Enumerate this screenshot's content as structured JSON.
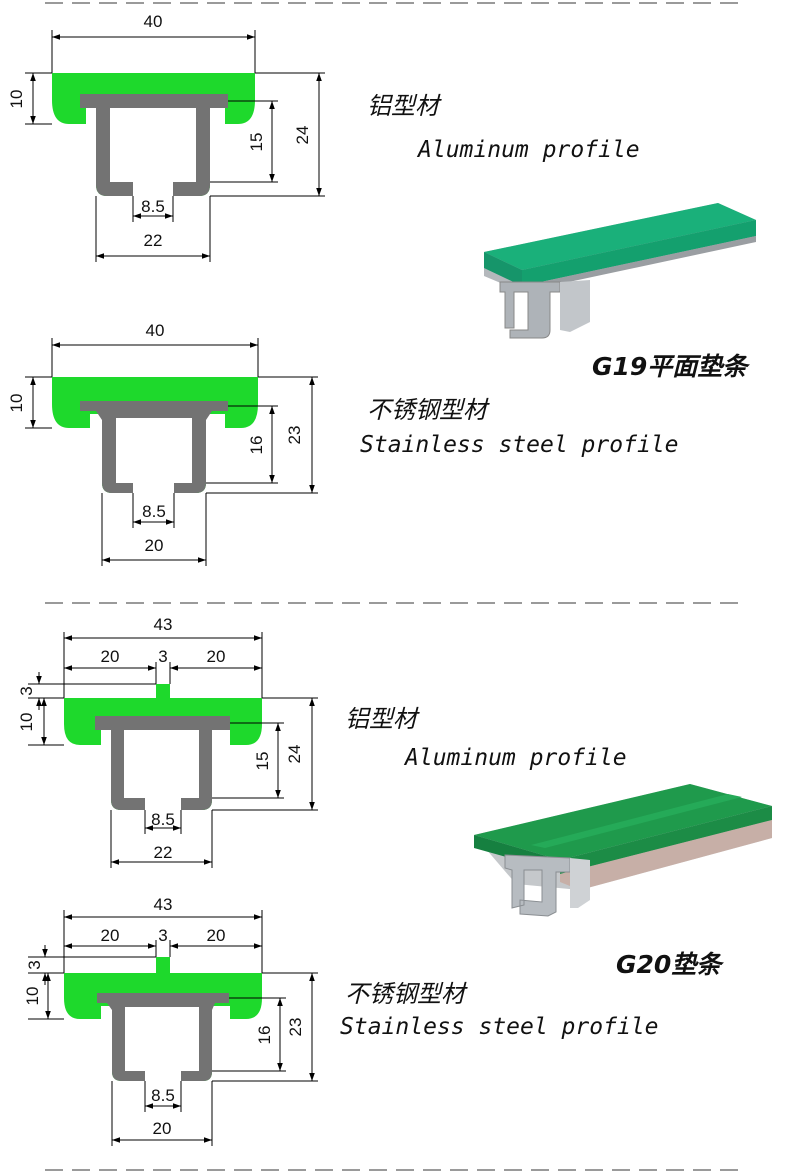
{
  "colors": {
    "green": "#1ed92c",
    "metal": "#737373",
    "photo_green": "#1aa86a",
    "photo_metal": "#b8bcc0"
  },
  "g19": {
    "product_label": "G19平面垫条",
    "aluminum": {
      "label_cn": "铝型材",
      "label_en": "Aluminum profile",
      "dims": {
        "width": "40",
        "thick": "10",
        "height": "24",
        "channel": "15",
        "slot": "8.5",
        "bottom": "22"
      }
    },
    "stainless": {
      "label_cn": "不锈钢型材",
      "label_en": "Stainless steel profile",
      "dims": {
        "width": "40",
        "thick": "10",
        "height": "23",
        "channel": "16",
        "slot": "8.5",
        "bottom": "20"
      }
    }
  },
  "g20": {
    "product_label": "G20垫条",
    "aluminum": {
      "label_cn": "铝型材",
      "label_en": "Aluminum profile",
      "dims": {
        "width": "43",
        "left": "20",
        "mid": "3",
        "right": "20",
        "rib": "3",
        "thick": "10",
        "height": "24",
        "channel": "15",
        "slot": "8.5",
        "bottom": "22"
      }
    },
    "stainless": {
      "label_cn": "不锈钢型材",
      "label_en": "Stainless steel profile",
      "dims": {
        "width": "43",
        "left": "20",
        "mid": "3",
        "right": "20",
        "rib": "3",
        "thick": "10",
        "height": "23",
        "channel": "16",
        "slot": "8.5",
        "bottom": "20"
      }
    }
  }
}
